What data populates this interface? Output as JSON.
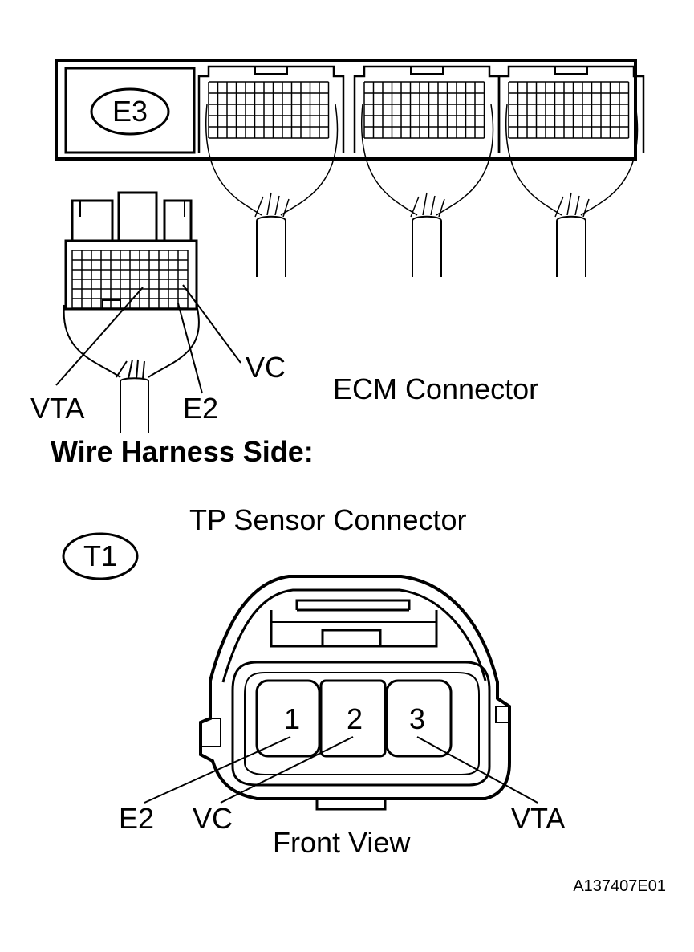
{
  "ecm": {
    "tag": "E3",
    "title": "ECM Connector",
    "pins": {
      "vta": "VTA",
      "e2": "E2",
      "vc": "VC"
    }
  },
  "side_label": "Wire Harness Side:",
  "tp": {
    "title": "TP Sensor Connector",
    "tag": "T1",
    "terminals": [
      "1",
      "2",
      "3"
    ],
    "pins": {
      "e2": "E2",
      "vc": "VC",
      "vta": "VTA"
    },
    "view": "Front View"
  },
  "figure_id": "A137407E01"
}
